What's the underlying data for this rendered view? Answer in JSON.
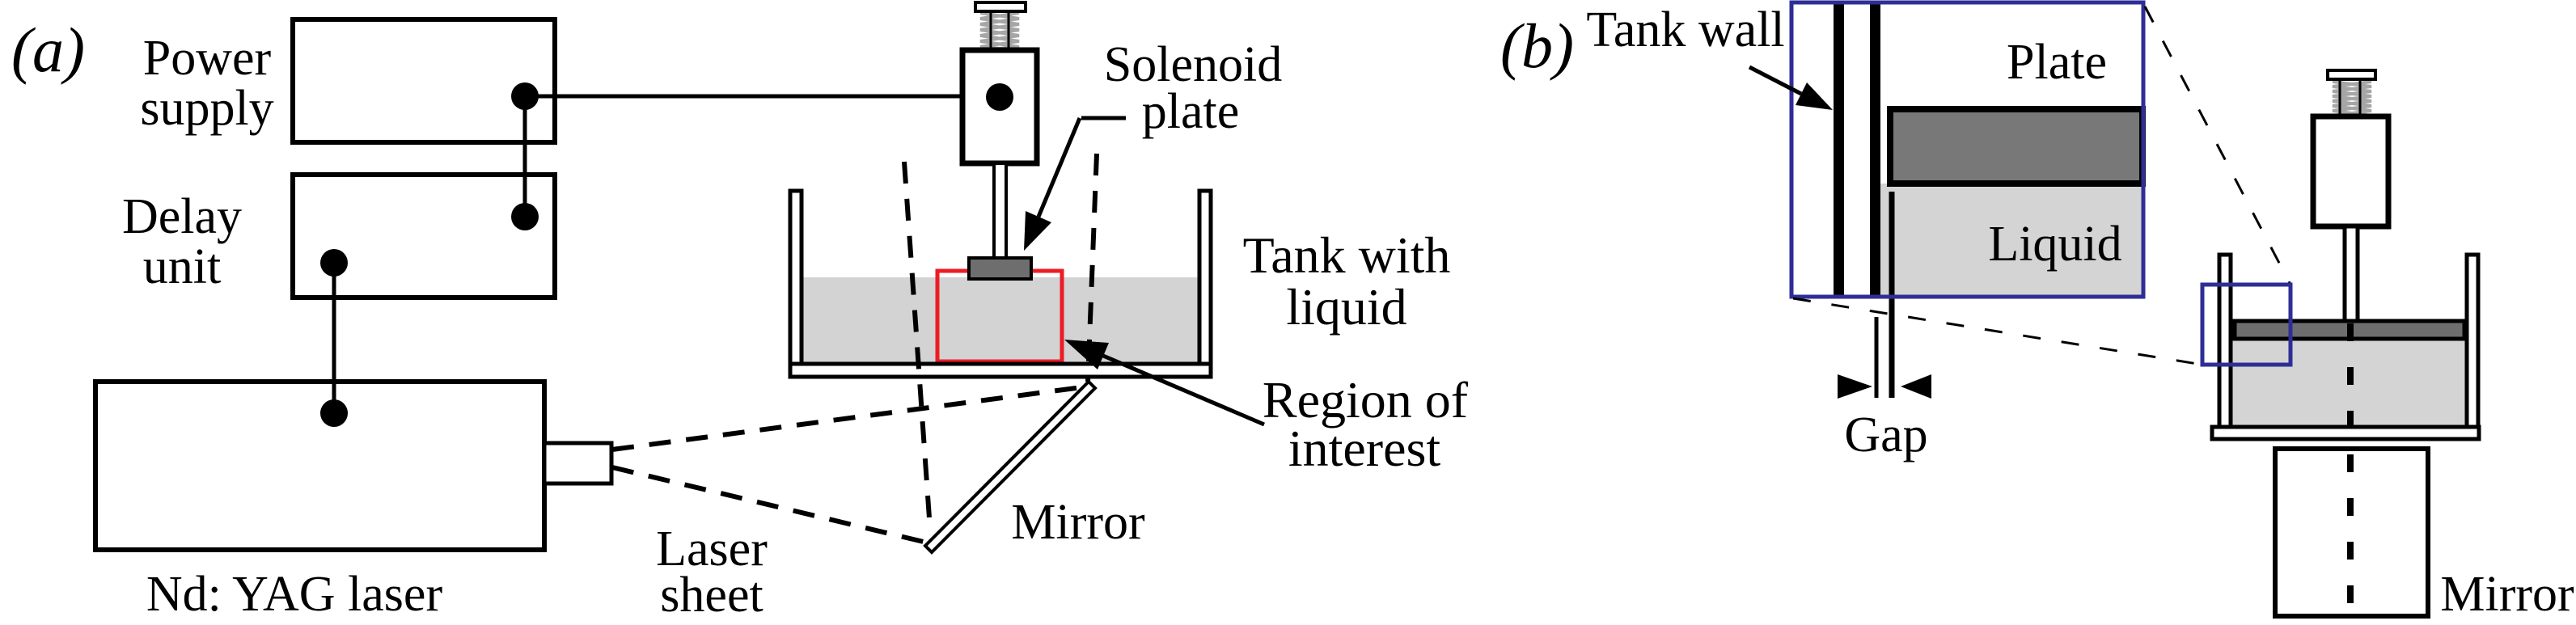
{
  "figure": {
    "panel_a": {
      "tag": "(a)",
      "power_supply": {
        "line1": "Power",
        "line2": "supply"
      },
      "delay_unit": {
        "line1": "Delay",
        "line2": "unit"
      },
      "laser_label": "Nd: YAG laser",
      "solenoid_plate": {
        "line1": "Solenoid",
        "line2": "plate"
      },
      "tank_with_liquid": {
        "line1": "Tank with",
        "line2": "liquid"
      },
      "region_of_interest": {
        "line1": "Region of",
        "line2": "interest"
      },
      "laser_sheet": {
        "line1": "Laser",
        "line2": "sheet"
      },
      "mirror_label": "Mirror"
    },
    "panel_b": {
      "tag": "(b)",
      "tank_wall_label": "Tank wall",
      "plate_label": "Plate",
      "liquid_label": "Liquid",
      "gap_label": "Gap",
      "mirror_label": "Mirror"
    },
    "colors": {
      "liquid_gray": "#d3d3d3",
      "inset_liquid_gray": "#d4d4d4",
      "plate_gray": "#6e6e6e",
      "inset_plate_gray": "#787878",
      "roi_red": "#ec1c24",
      "callout_blue": "#2e2e96",
      "spring_gray": "#a6a6a6"
    }
  }
}
